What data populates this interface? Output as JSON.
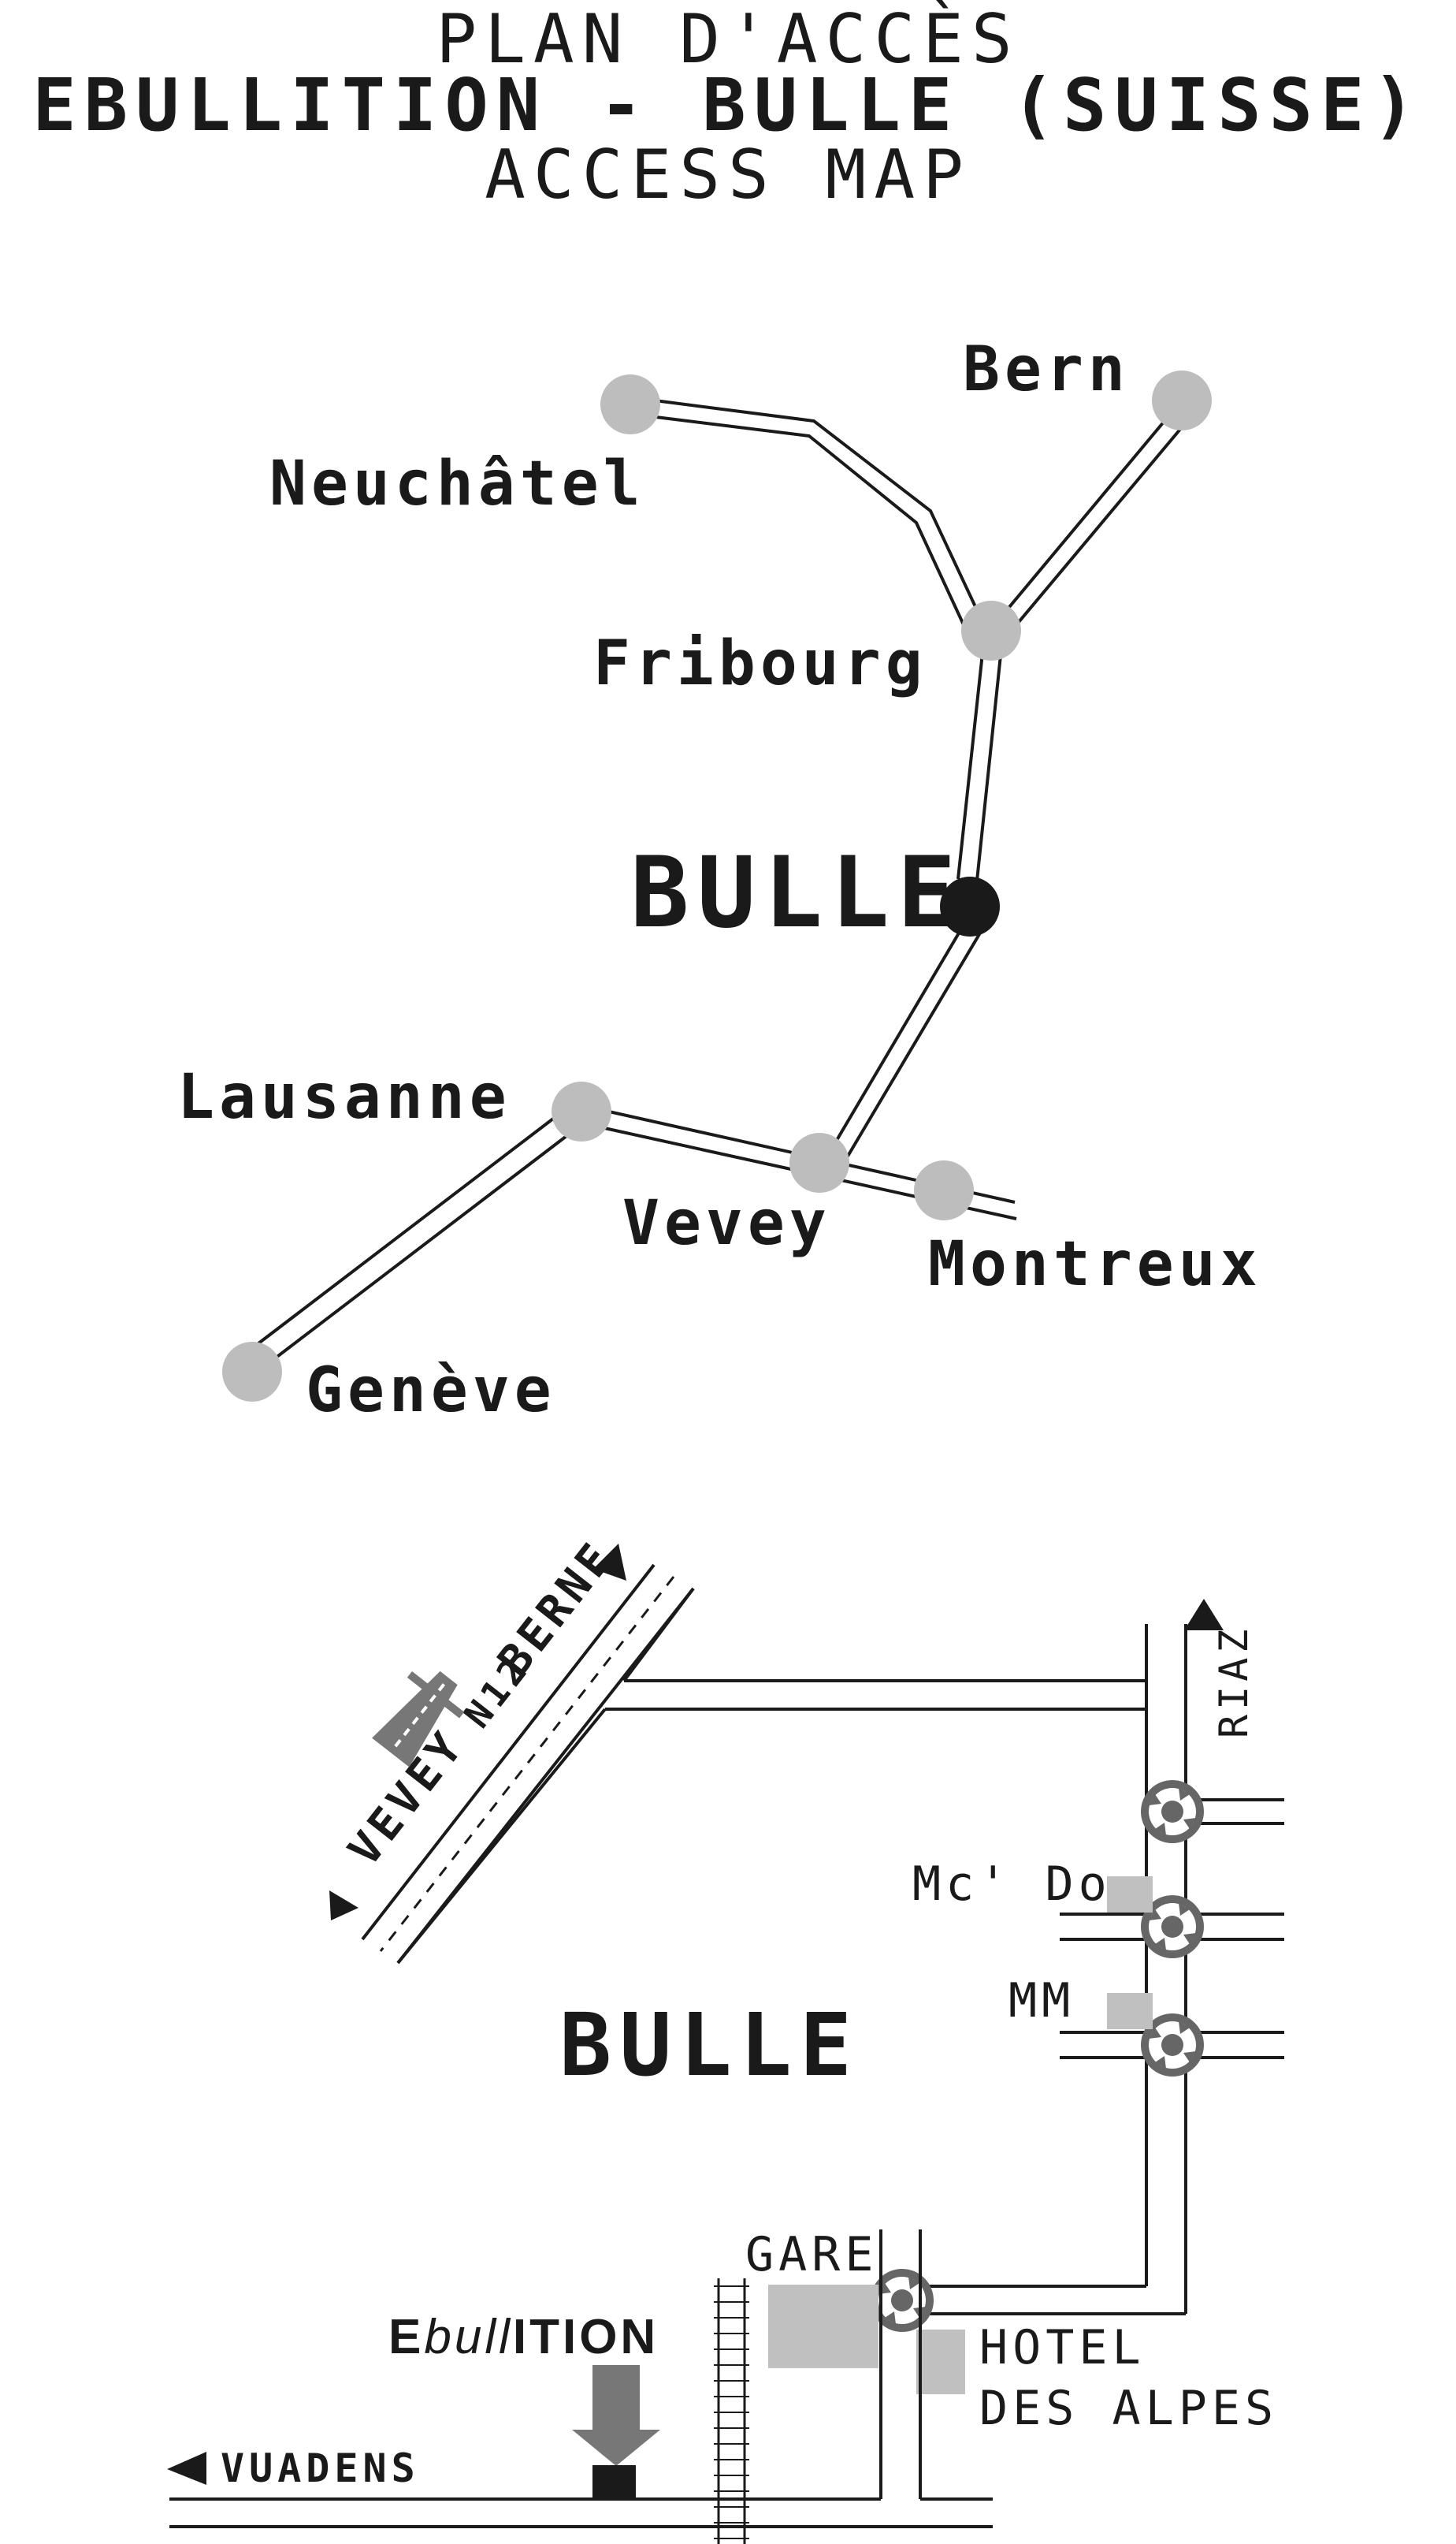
{
  "header": {
    "title_fr": "PLAN D'ACCÈS",
    "title_main": "EBULLITION - BULLE (SUISSE)",
    "title_en": "ACCESS MAP"
  },
  "regional_map": {
    "cities": [
      {
        "id": "bern",
        "label": "Bern"
      },
      {
        "id": "neuchatel",
        "label": "Neuchâtel"
      },
      {
        "id": "fribourg",
        "label": "Fribourg"
      },
      {
        "id": "bulle",
        "label": "BULLE"
      },
      {
        "id": "lausanne",
        "label": "Lausanne"
      },
      {
        "id": "vevey",
        "label": "Vevey"
      },
      {
        "id": "montreux",
        "label": "Montreux"
      },
      {
        "id": "geneve",
        "label": "Genève"
      }
    ],
    "colors": {
      "city_dot": "#bdbdbd",
      "main_city_dot": "#1a1a1a",
      "road": "#1a1a1a"
    }
  },
  "local_map": {
    "town_label": "BULLE",
    "motorway": {
      "left": "VEVEY",
      "number": "N12",
      "right": "BERNE"
    },
    "directions": {
      "riaz": "RIAZ",
      "vuadens": "VUADENS"
    },
    "landmarks": {
      "mcdo": "Mc' Do",
      "mm": "MM",
      "gare": "GARE",
      "hotel_line1": "HOTEL",
      "hotel_line2": "DES ALPES"
    },
    "destination": {
      "prefix": "E",
      "middle": "bull",
      "suffix": "ITION"
    },
    "colors": {
      "building": "#c0c0c0",
      "arrow": "#777777",
      "roundabout": "#666666"
    }
  }
}
